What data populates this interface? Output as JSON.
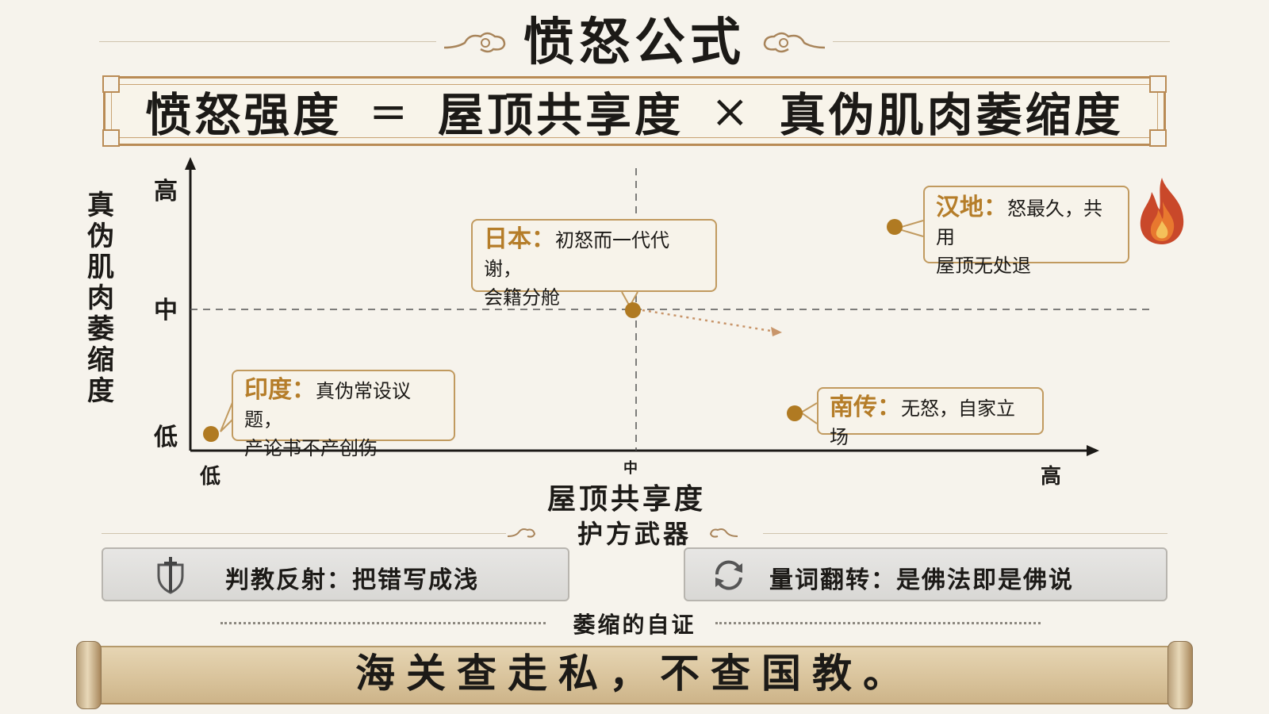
{
  "header": {
    "title": "愤怒公式"
  },
  "formula": {
    "term1": "愤怒强度",
    "eq": "=",
    "term2": "屋顶共享度",
    "times": "×",
    "term3": "真伪肌肉萎缩度"
  },
  "chart": {
    "y_axis_title": "真伪肌肉萎缩度",
    "x_axis_title": "屋顶共享度",
    "y_ticks": {
      "high": "高",
      "mid": "中",
      "low": "低"
    },
    "x_ticks": {
      "low": "低",
      "mid": "中",
      "high": "高"
    },
    "points": {
      "india": {
        "name": "印度：",
        "line1": "真伪常设议题，",
        "line2": "产论书不产创伤"
      },
      "japan": {
        "name": "日本：",
        "line1": "初怒而一代代谢，",
        "line2": "会籍分舱"
      },
      "handi": {
        "name": "汉地：",
        "line1": "怒最久，共用",
        "line2": "屋顶无处退"
      },
      "nanchuan": {
        "name": "南传：",
        "line1": "无怒，自家立场"
      }
    }
  },
  "chart_data": {
    "type": "scatter",
    "xlabel": "屋顶共享度",
    "ylabel": "真伪肌肉萎缩度",
    "x_ticks": [
      "低",
      "中",
      "高"
    ],
    "y_ticks": [
      "低",
      "中",
      "高"
    ],
    "points": [
      {
        "label": "印度",
        "x": "低",
        "y": "低"
      },
      {
        "label": "日本",
        "x": "中",
        "y": "中"
      },
      {
        "label": "汉地",
        "x": "高",
        "y": "高"
      },
      {
        "label": "南传",
        "x": "中偏高",
        "y": "低"
      }
    ]
  },
  "weapons": {
    "title": "护方武器",
    "left": {
      "icon": "sword-shield-icon",
      "label": "判教反射：把错写成浅"
    },
    "right": {
      "icon": "cycle-arrows-icon",
      "label": "量词翻转：是佛法即是佛说"
    }
  },
  "proof": {
    "title": "萎缩的自证",
    "scroll_text": "海关查走私，不查国教。"
  },
  "colors": {
    "accent": "#b57d29",
    "dot": "#b07a22",
    "frame": "#b98b55",
    "background": "#f6f3ec"
  }
}
